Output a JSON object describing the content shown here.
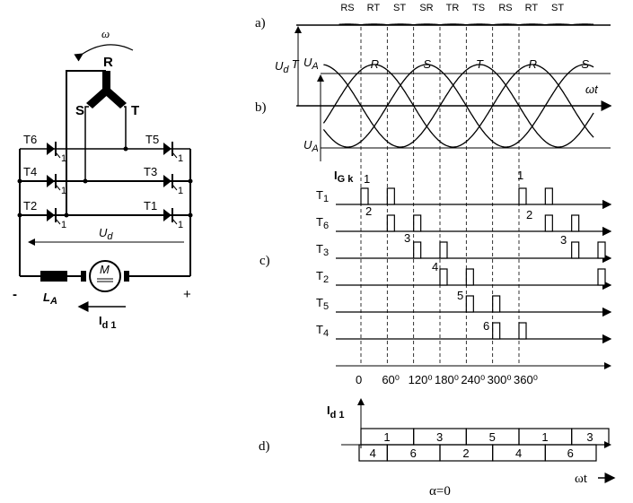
{
  "circuit": {
    "omega": "ω",
    "phase_r": "R",
    "phase_s": "S",
    "phase_t": "T",
    "thyristors": [
      "T6",
      "T4",
      "T2",
      "T5",
      "T3",
      "T1"
    ],
    "subscript": "1",
    "ud": "U_d",
    "motor": "M",
    "inductor": "L_A",
    "minus": "-",
    "plus": "+",
    "current": "I_d 1"
  },
  "panel_a": {
    "label": "a)",
    "top_labels": [
      "RS",
      "RT",
      "ST",
      "SR",
      "TR",
      "TS",
      "RS",
      "RT",
      "ST"
    ],
    "ud": "U_d"
  },
  "panel_b": {
    "label": "b)",
    "ua_top": "U_A",
    "ua_bottom": "U_A",
    "phases": [
      "T",
      "R",
      "S",
      "T",
      "R",
      "S"
    ],
    "wt": "ωt"
  },
  "panel_c": {
    "label": "c)",
    "igk": "I_G k",
    "rows": [
      "T1",
      "T6",
      "T3",
      "T2",
      "T5",
      "T4"
    ],
    "pulse_numbers": [
      "1",
      "2",
      "3",
      "4",
      "5",
      "6",
      "1",
      "2",
      "3"
    ],
    "angles": [
      "0",
      "60⁰",
      "120⁰",
      "180⁰",
      "240⁰",
      "300⁰",
      "360⁰"
    ]
  },
  "panel_d": {
    "label": "d)",
    "id": "I_d 1",
    "upper": [
      "1",
      "3",
      "5",
      "1",
      "3"
    ],
    "lower": [
      "4",
      "6",
      "2",
      "4",
      "6"
    ],
    "alpha": "α=0",
    "wt": "ωt"
  }
}
